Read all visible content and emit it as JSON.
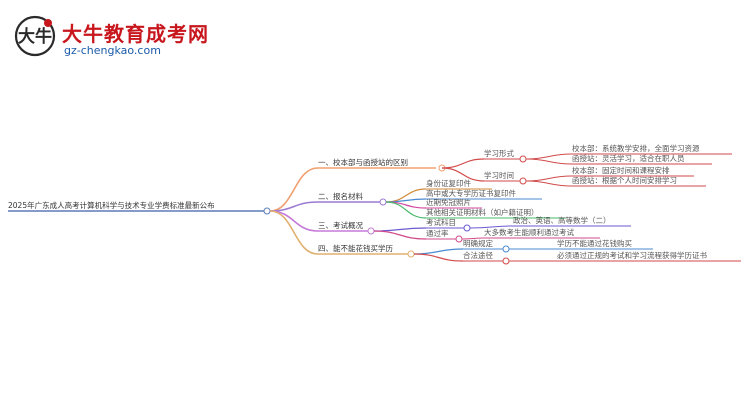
{
  "brand": {
    "name": "大牛教育成考网",
    "url": "gz-chengkao.com",
    "mark_text": "大牛",
    "colors": {
      "red": "#c8161d",
      "blue": "#1a5aa8"
    }
  },
  "mindmap": {
    "root": "2025年广东成人高考计算机科学与技术专业学费标准最新公布",
    "branches": [
      {
        "label": "一、校本部与函授站的区别",
        "color": "#f0a070",
        "children": [
          {
            "label": "学习形式",
            "color": "#d14a4a",
            "children": [
              {
                "label": "校本部：系统教学安排，全面学习资源"
              },
              {
                "label": "函授站：灵活学习，适合在职人员"
              }
            ]
          },
          {
            "label": "学习时间",
            "color": "#d14a4a",
            "children": [
              {
                "label": "校本部：固定时间和课程安排"
              },
              {
                "label": "函授站：根据个人时间安排学习"
              }
            ]
          }
        ]
      },
      {
        "label": "二、报名材料",
        "color": "#9b7bd1",
        "children": [
          {
            "label": "身份证复印件",
            "color": "#d18a3a"
          },
          {
            "label": "高中或大专学历证书复印件",
            "color": "#4a8ad1"
          },
          {
            "label": "近期免冠照片",
            "color": "#d14aa0"
          },
          {
            "label": "其他相关证明材料（如户籍证明）",
            "color": "#4ab86a"
          }
        ]
      },
      {
        "label": "三、考试概况",
        "color": "#c57ad8",
        "children": [
          {
            "label": "考试科目",
            "color": "#6a5ad1",
            "children": [
              {
                "label": "政治、英语、高等数学（二）"
              }
            ]
          },
          {
            "label": "通过率",
            "color": "#d14a8a",
            "children": [
              {
                "label": "大多数考生能顺利通过考试"
              }
            ]
          }
        ]
      },
      {
        "label": "四、能不能花钱买学历",
        "color": "#e0b070",
        "children": [
          {
            "label": "明确规定",
            "color": "#4a8ad1",
            "children": [
              {
                "label": "学历不能通过花钱购买"
              }
            ]
          },
          {
            "label": "合法途径",
            "color": "#d14a4a",
            "children": [
              {
                "label": "必须通过正规的考试和学习流程获得学历证书"
              }
            ]
          }
        ]
      }
    ]
  }
}
